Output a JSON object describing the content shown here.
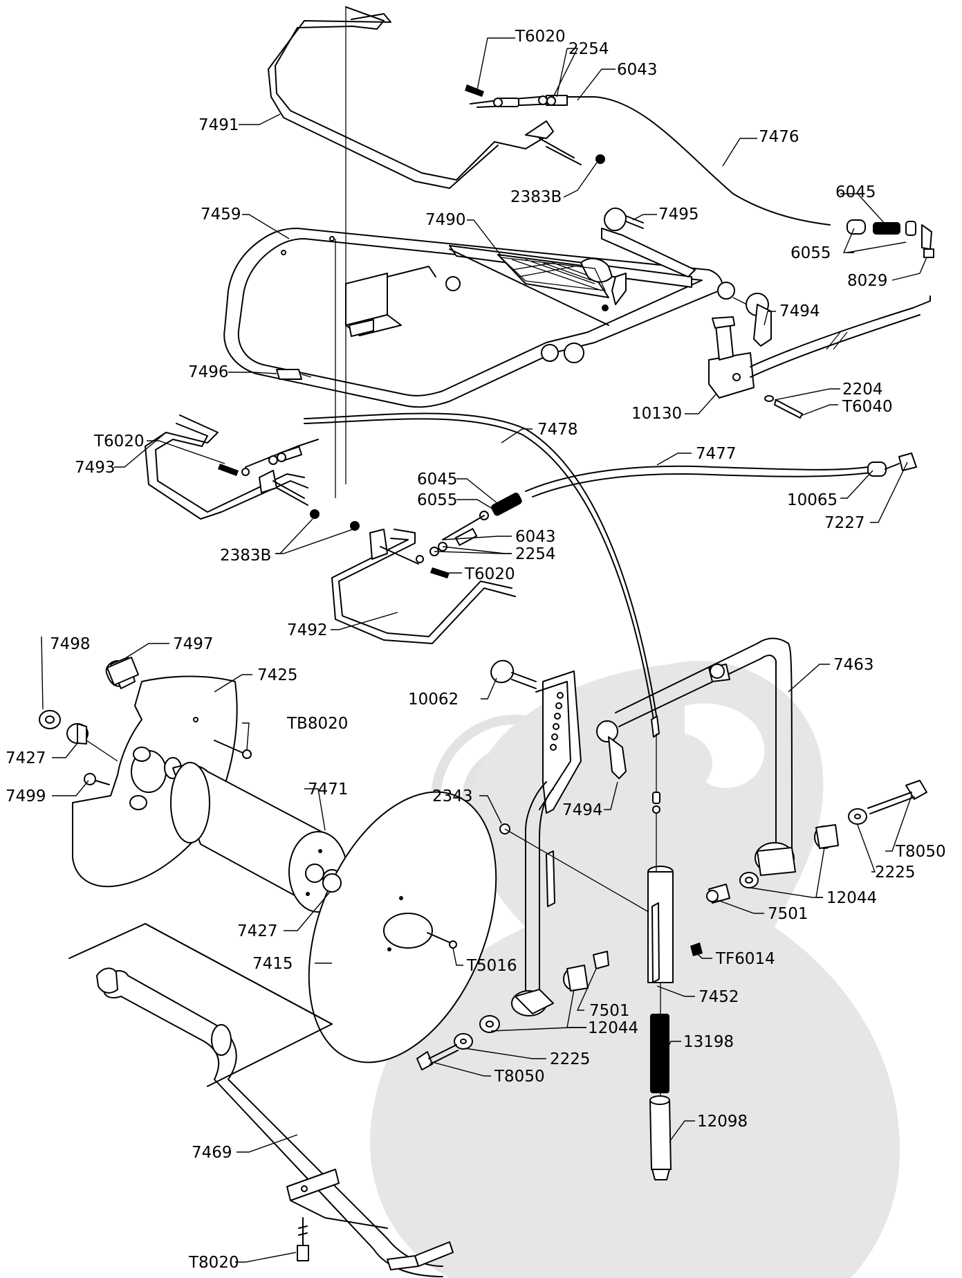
{
  "diagram": {
    "colors": {
      "line": "#000000",
      "watermark": "#e6e6e6",
      "background": "#ffffff"
    },
    "labels": [
      {
        "id": "l-t6020-top",
        "text": "T6020",
        "part": "screw"
      },
      {
        "id": "l-2254-top",
        "text": "2254",
        "part": "nut"
      },
      {
        "id": "l-6043-top",
        "text": "6043",
        "part": "cable-adjuster"
      },
      {
        "id": "l-7491",
        "text": "7491",
        "part": "handle-bar"
      },
      {
        "id": "l-7476",
        "text": "7476",
        "part": "cable"
      },
      {
        "id": "l-2383b-top",
        "text": "2383B",
        "part": "nut"
      },
      {
        "id": "l-6045-top",
        "text": "6045",
        "part": "spring"
      },
      {
        "id": "l-7459",
        "text": "7459",
        "part": "frame"
      },
      {
        "id": "l-7490",
        "text": "7490",
        "part": "grip-pad"
      },
      {
        "id": "l-7495",
        "text": "7495",
        "part": "knob"
      },
      {
        "id": "l-6055-top",
        "text": "6055",
        "part": "cable-end"
      },
      {
        "id": "l-8029",
        "text": "8029",
        "part": "cable-stop"
      },
      {
        "id": "l-7494-top",
        "text": "7494",
        "part": "lever"
      },
      {
        "id": "l-7496",
        "text": "7496",
        "part": "end-cap"
      },
      {
        "id": "l-2204",
        "text": "2204",
        "part": "washer"
      },
      {
        "id": "l-10130",
        "text": "10130",
        "part": "throttle-control"
      },
      {
        "id": "l-t6040",
        "text": "T6040",
        "part": "screw"
      },
      {
        "id": "l-7478",
        "text": "7478",
        "part": "cable"
      },
      {
        "id": "l-t6020-mid",
        "text": "T6020",
        "part": "screw"
      },
      {
        "id": "l-7493",
        "text": "7493",
        "part": "bail"
      },
      {
        "id": "l-7477",
        "text": "7477",
        "part": "cable"
      },
      {
        "id": "l-6045-mid",
        "text": "6045",
        "part": "spring"
      },
      {
        "id": "l-6055-mid",
        "text": "6055",
        "part": "cable-end"
      },
      {
        "id": "l-10065",
        "text": "10065",
        "part": "cable-end"
      },
      {
        "id": "l-7227",
        "text": "7227",
        "part": "cable-stop"
      },
      {
        "id": "l-6043-mid",
        "text": "6043",
        "part": "cable-adjuster"
      },
      {
        "id": "l-2383b-mid",
        "text": "2383B",
        "part": "nut"
      },
      {
        "id": "l-2254-mid",
        "text": "2254",
        "part": "nut"
      },
      {
        "id": "l-t6020-low",
        "text": "T6020",
        "part": "screw"
      },
      {
        "id": "l-7492",
        "text": "7492",
        "part": "bail"
      },
      {
        "id": "l-7498",
        "text": "7498",
        "part": "washer"
      },
      {
        "id": "l-7497",
        "text": "7497",
        "part": "pin"
      },
      {
        "id": "l-7425",
        "text": "7425",
        "part": "reel-flange"
      },
      {
        "id": "l-7463",
        "text": "7463",
        "part": "u-frame"
      },
      {
        "id": "l-10062",
        "text": "10062",
        "part": "knob"
      },
      {
        "id": "l-tb8020",
        "text": "TB8020",
        "part": "screw"
      },
      {
        "id": "l-7427-top",
        "text": "7427",
        "part": "bushing"
      },
      {
        "id": "l-7471",
        "text": "7471",
        "part": "drum"
      },
      {
        "id": "l-7499",
        "text": "7499",
        "part": "knob"
      },
      {
        "id": "l-2343",
        "text": "2343",
        "part": "nut"
      },
      {
        "id": "l-7494-low",
        "text": "7494",
        "part": "lever"
      },
      {
        "id": "l-t8050-right",
        "text": "T8050",
        "part": "bolt"
      },
      {
        "id": "l-2225-right",
        "text": "2225",
        "part": "washer"
      },
      {
        "id": "l-12044-right",
        "text": "12044",
        "part": "bushing"
      },
      {
        "id": "l-7501-right",
        "text": "7501",
        "part": "pin"
      },
      {
        "id": "l-7427-low",
        "text": "7427",
        "part": "bushing"
      },
      {
        "id": "l-tf6014",
        "text": "TF6014",
        "part": "screw"
      },
      {
        "id": "l-7415",
        "text": "7415",
        "part": "reel-flange"
      },
      {
        "id": "l-t5016",
        "text": "T5016",
        "part": "screw"
      },
      {
        "id": "l-7452",
        "text": "7452",
        "part": "tube"
      },
      {
        "id": "l-7501-low",
        "text": "7501",
        "part": "pin"
      },
      {
        "id": "l-12044-low",
        "text": "12044",
        "part": "bushing"
      },
      {
        "id": "l-13198",
        "text": "13198",
        "part": "spring"
      },
      {
        "id": "l-2225-low",
        "text": "2225",
        "part": "washer"
      },
      {
        "id": "l-t8050-low",
        "text": "T8050",
        "part": "bolt"
      },
      {
        "id": "l-12098",
        "text": "12098",
        "part": "plunger"
      },
      {
        "id": "l-7469",
        "text": "7469",
        "part": "handle"
      },
      {
        "id": "l-t8020",
        "text": "T8020",
        "part": "bolt"
      }
    ]
  }
}
